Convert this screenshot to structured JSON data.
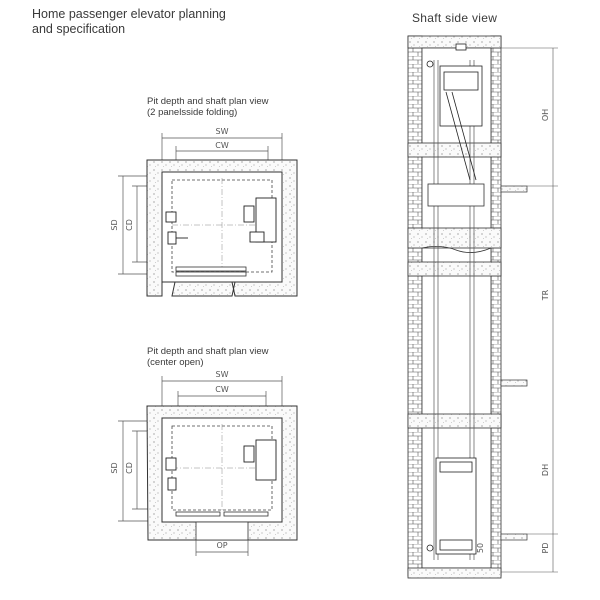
{
  "header": {
    "title_line1": "Home passenger elevator planning",
    "title_line2": "and specification",
    "shaft_title": "Shaft side view"
  },
  "plan_folding": {
    "caption_line1": "Pit depth and shaft plan view",
    "caption_line2": "(2 panelsside folding)",
    "sw": "SW",
    "cw": "CW",
    "sd": "SD",
    "cd": "CD"
  },
  "plan_center": {
    "caption_line1": "Pit depth and shaft plan view",
    "caption_line2": "(center open)",
    "sw": "SW",
    "cw": "CW",
    "sd": "SD",
    "cd": "CD",
    "op": "OP"
  },
  "shaft": {
    "oh": "OH",
    "tr": "TR",
    "dh": "DH",
    "pd": "PD",
    "gap": "50"
  }
}
